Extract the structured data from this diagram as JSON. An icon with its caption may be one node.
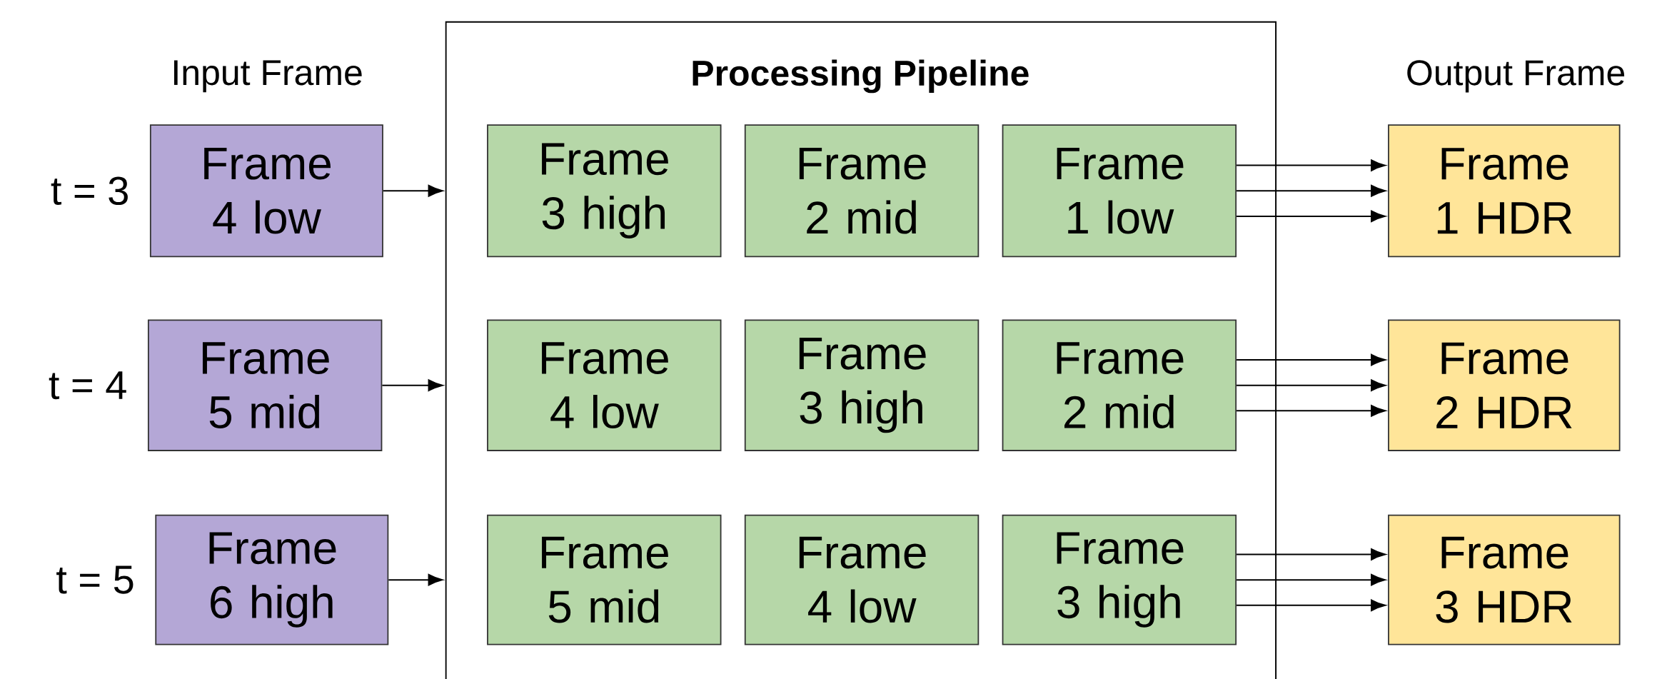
{
  "diagram": {
    "nodes": [
      {
        "text": [
          "Frame 4 low"
        ],
        "beside": [
          "t = 3"
        ]
      },
      {
        "text": [
          "Frame 5 mid"
        ],
        "beside": [
          "t = 4"
        ]
      },
      {
        "text": [
          "Frame 6 high"
        ],
        "beside": [
          "t = 5"
        ]
      },
      {
        "text": [
          "Processing Pipeline"
        ]
      },
      {
        "text": [
          "Frame 3 high"
        ],
        "in": 3
      },
      {
        "text": [
          "Frame 2 mid"
        ],
        "in": 3
      },
      {
        "text": [
          "Frame 1 low"
        ],
        "in": 3
      },
      {
        "text": [
          "Frame 4 low"
        ],
        "in": 3
      },
      {
        "text": [
          "Frame 3 high"
        ],
        "in": 3
      },
      {
        "text": [
          "Frame 2 mid"
        ],
        "in": 3
      },
      {
        "text": [
          "Frame 5 mid"
        ],
        "in": 3
      },
      {
        "text": [
          "Frame 4 low"
        ],
        "in": 3
      },
      {
        "text": [
          "Frame 3 high"
        ],
        "in": 3
      },
      {
        "text": [
          "Frame 1 HDR"
        ]
      },
      {
        "text": [
          "Frame 2 HDR"
        ]
      },
      {
        "text": [
          "Frame 3 HDR"
        ]
      }
    ],
    "edges": [
      {
        "from": 0,
        "to": 3,
        "arrow": "to"
      },
      {
        "from": 1,
        "to": 3,
        "arrow": "to"
      },
      {
        "from": 2,
        "to": 3,
        "arrow": "to"
      },
      {
        "from": 6,
        "to": 13,
        "arrow": "to"
      },
      {
        "from": 6,
        "to": 13,
        "arrow": "to"
      },
      {
        "from": 6,
        "to": 13,
        "arrow": "to"
      },
      {
        "from": 9,
        "to": 14,
        "arrow": "to"
      },
      {
        "from": 9,
        "to": 14,
        "arrow": "to"
      },
      {
        "from": 9,
        "to": 14,
        "arrow": "to"
      },
      {
        "from": 12,
        "to": 15,
        "arrow": "to"
      },
      {
        "from": 12,
        "to": 15,
        "arrow": "to"
      },
      {
        "from": 12,
        "to": 15,
        "arrow": "to"
      }
    ],
    "labels": [
      "Input Frame",
      "Output Frame"
    ]
  }
}
